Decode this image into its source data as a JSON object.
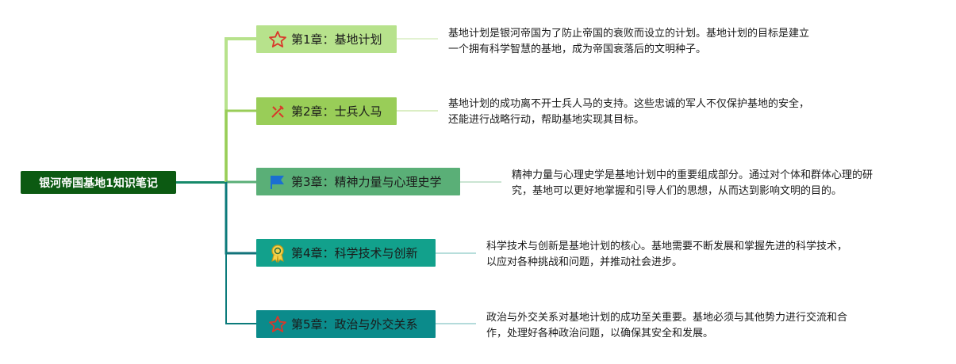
{
  "root": {
    "title": "银河帝国基地1知识笔记"
  },
  "chapters": [
    {
      "title": "第1章：基地计划",
      "icon": "star-outline-icon",
      "color": "#b7e28c",
      "note": [
        "基地计划是银河帝国为了防止帝国的衰败而设立的计划。基地计划的目标是建立",
        "一个拥有科学智慧的基地，成为帝国衰落后的文明种子。"
      ]
    },
    {
      "title": "第2章：士兵人马",
      "icon": "crossed-swords-icon",
      "color": "#99cd58",
      "note": [
        "基地计划的成功离不开士兵人马的支持。这些忠诚的军人不仅保护基地的安全，",
        "还能进行战略行动，帮助基地实现其目标。"
      ]
    },
    {
      "title": "第3章：精神力量与心理史学",
      "icon": "blue-flag-icon",
      "color": "#5aaf77",
      "note": [
        "精神力量与心理史学是基地计划中的重要组成部分。通过对个体和群体心理的研",
        "究，基地可以更好地掌握和引导人们的思想，从而达到影响文明的目的。"
      ]
    },
    {
      "title": "第4章：科学技术与创新",
      "icon": "award-medal-icon",
      "color": "#12a18c",
      "note": [
        "科学技术与创新是基地计划的核心。基地需要不断发展和掌握先进的科学技术，",
        "以应对各种挑战和问题，并推动社会进步。"
      ]
    },
    {
      "title": "第5章：政治与外交关系",
      "icon": "star-outline-icon",
      "color": "#0b8b8b",
      "note": [
        "政治与外交关系对基地计划的成功至关重要。基地必须与其他势力进行交流和合",
        "作，处理好各种政治问题，以确保其安全和发展。"
      ]
    }
  ]
}
